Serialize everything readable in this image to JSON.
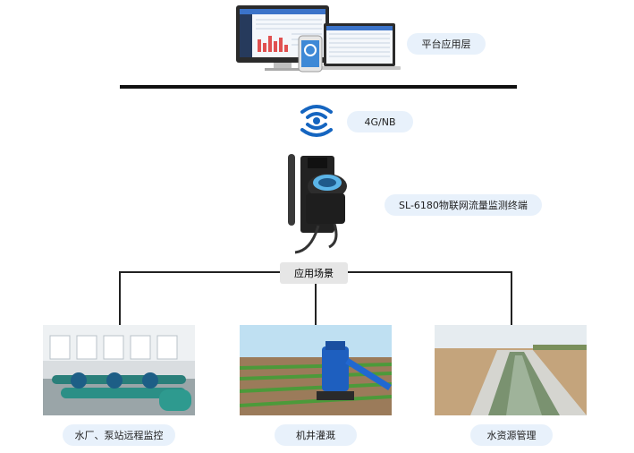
{
  "layers": {
    "platform_label": "平台应用层",
    "network_label": "4G/NB",
    "terminal_label": "SL-6180物联网流量监测终端",
    "scenarios_label": "应用场景"
  },
  "scenarios": [
    {
      "label": "水厂、泵站远程监控",
      "image": "pump-station-photo"
    },
    {
      "label": "机井灌溉",
      "image": "well-irrigation-photo"
    },
    {
      "label": "水资源管理",
      "image": "water-channel-photo"
    }
  ],
  "colors": {
    "pill_bg": "#e8f1fb",
    "wifi_blue": "#1565c0",
    "scenario_box": "#e6e6e6"
  }
}
